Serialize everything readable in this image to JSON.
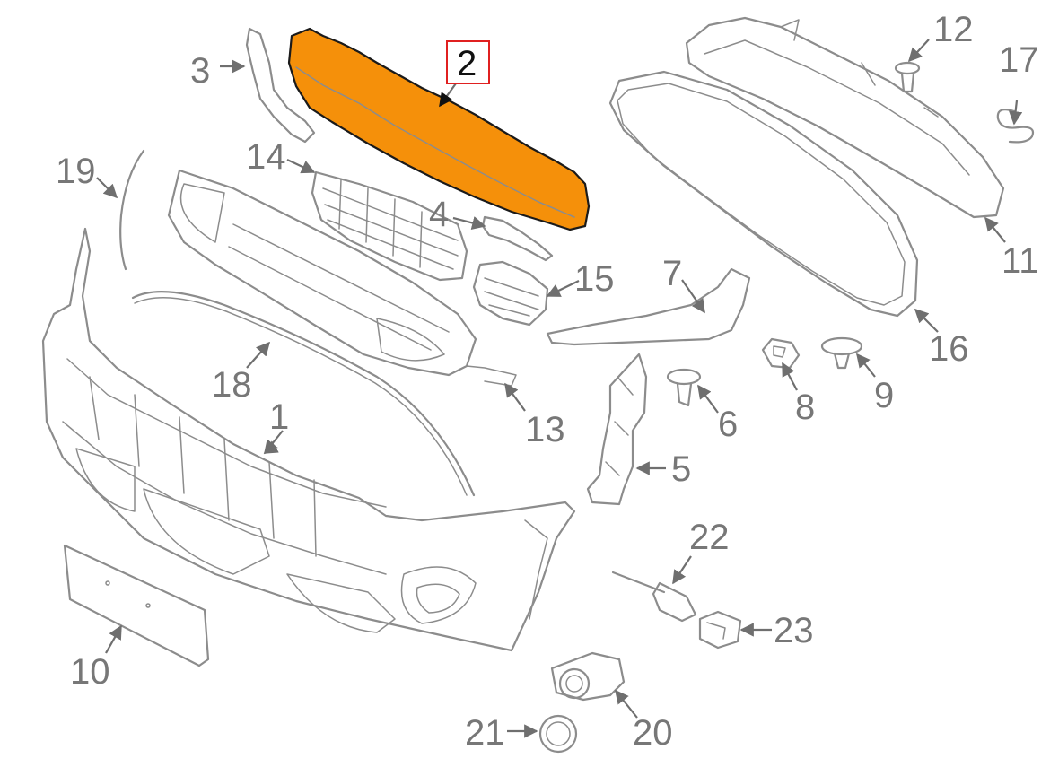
{
  "diagram": {
    "highlighted_label": "2",
    "highlight_color": "#f5900a",
    "highlight_box_color": "#e02020",
    "line_color": "#8c8c8c",
    "labels": {
      "c1": "1",
      "c2": "2",
      "c3": "3",
      "c4": "4",
      "c5": "5",
      "c6": "6",
      "c7": "7",
      "c8": "8",
      "c9": "9",
      "c10": "10",
      "c11": "11",
      "c12": "12",
      "c13": "13",
      "c14": "14",
      "c15": "15",
      "c16": "16",
      "c17": "17",
      "c18": "18",
      "c19": "19",
      "c20": "20",
      "c21": "21",
      "c22": "22",
      "c23": "23"
    }
  }
}
